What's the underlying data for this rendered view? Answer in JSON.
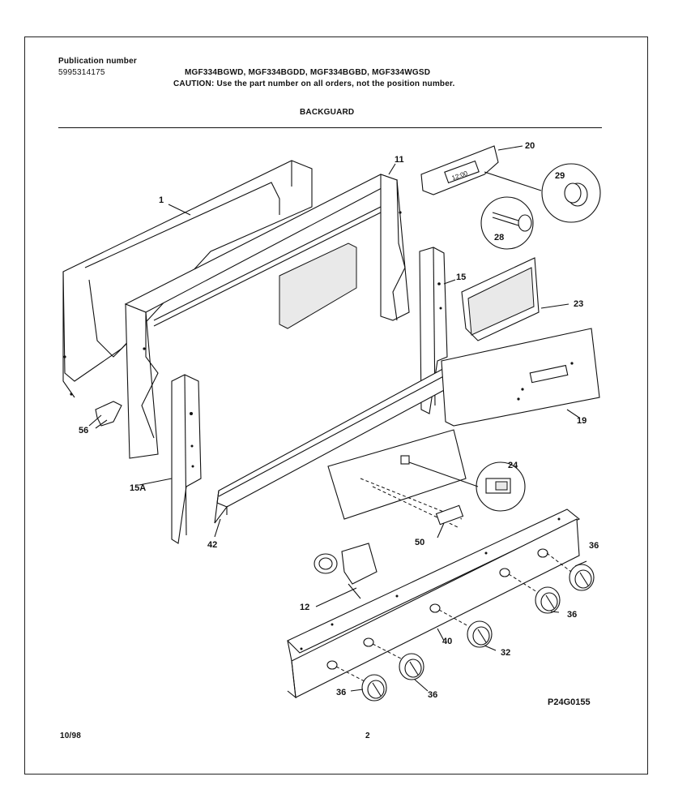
{
  "header": {
    "publication_label": "Publication number",
    "publication_number": "5995314175",
    "models": "MGF334BGWD, MGF334BGDD, MGF334BGBD, MGF334WGSD",
    "caution": "CAUTION:  Use the part number on all orders, not the position number.",
    "section_title": "BACKGUARD"
  },
  "callouts": {
    "c1": "1",
    "c11": "11",
    "c20": "20",
    "c29": "29",
    "c28": "28",
    "c15": "15",
    "c23": "23",
    "c19": "19",
    "c56": "56",
    "c15a": "15A",
    "c42": "42",
    "c24": "24",
    "c50": "50",
    "c12": "12",
    "c36_right": "36",
    "c36_mid": "36",
    "c40": "40",
    "c32": "32",
    "c36_bottom_left": "36",
    "c36_bottom": "36"
  },
  "clock_display": "12:00",
  "drawing_code": "P24G0155",
  "footer": {
    "date": "10/98",
    "page": "2"
  }
}
